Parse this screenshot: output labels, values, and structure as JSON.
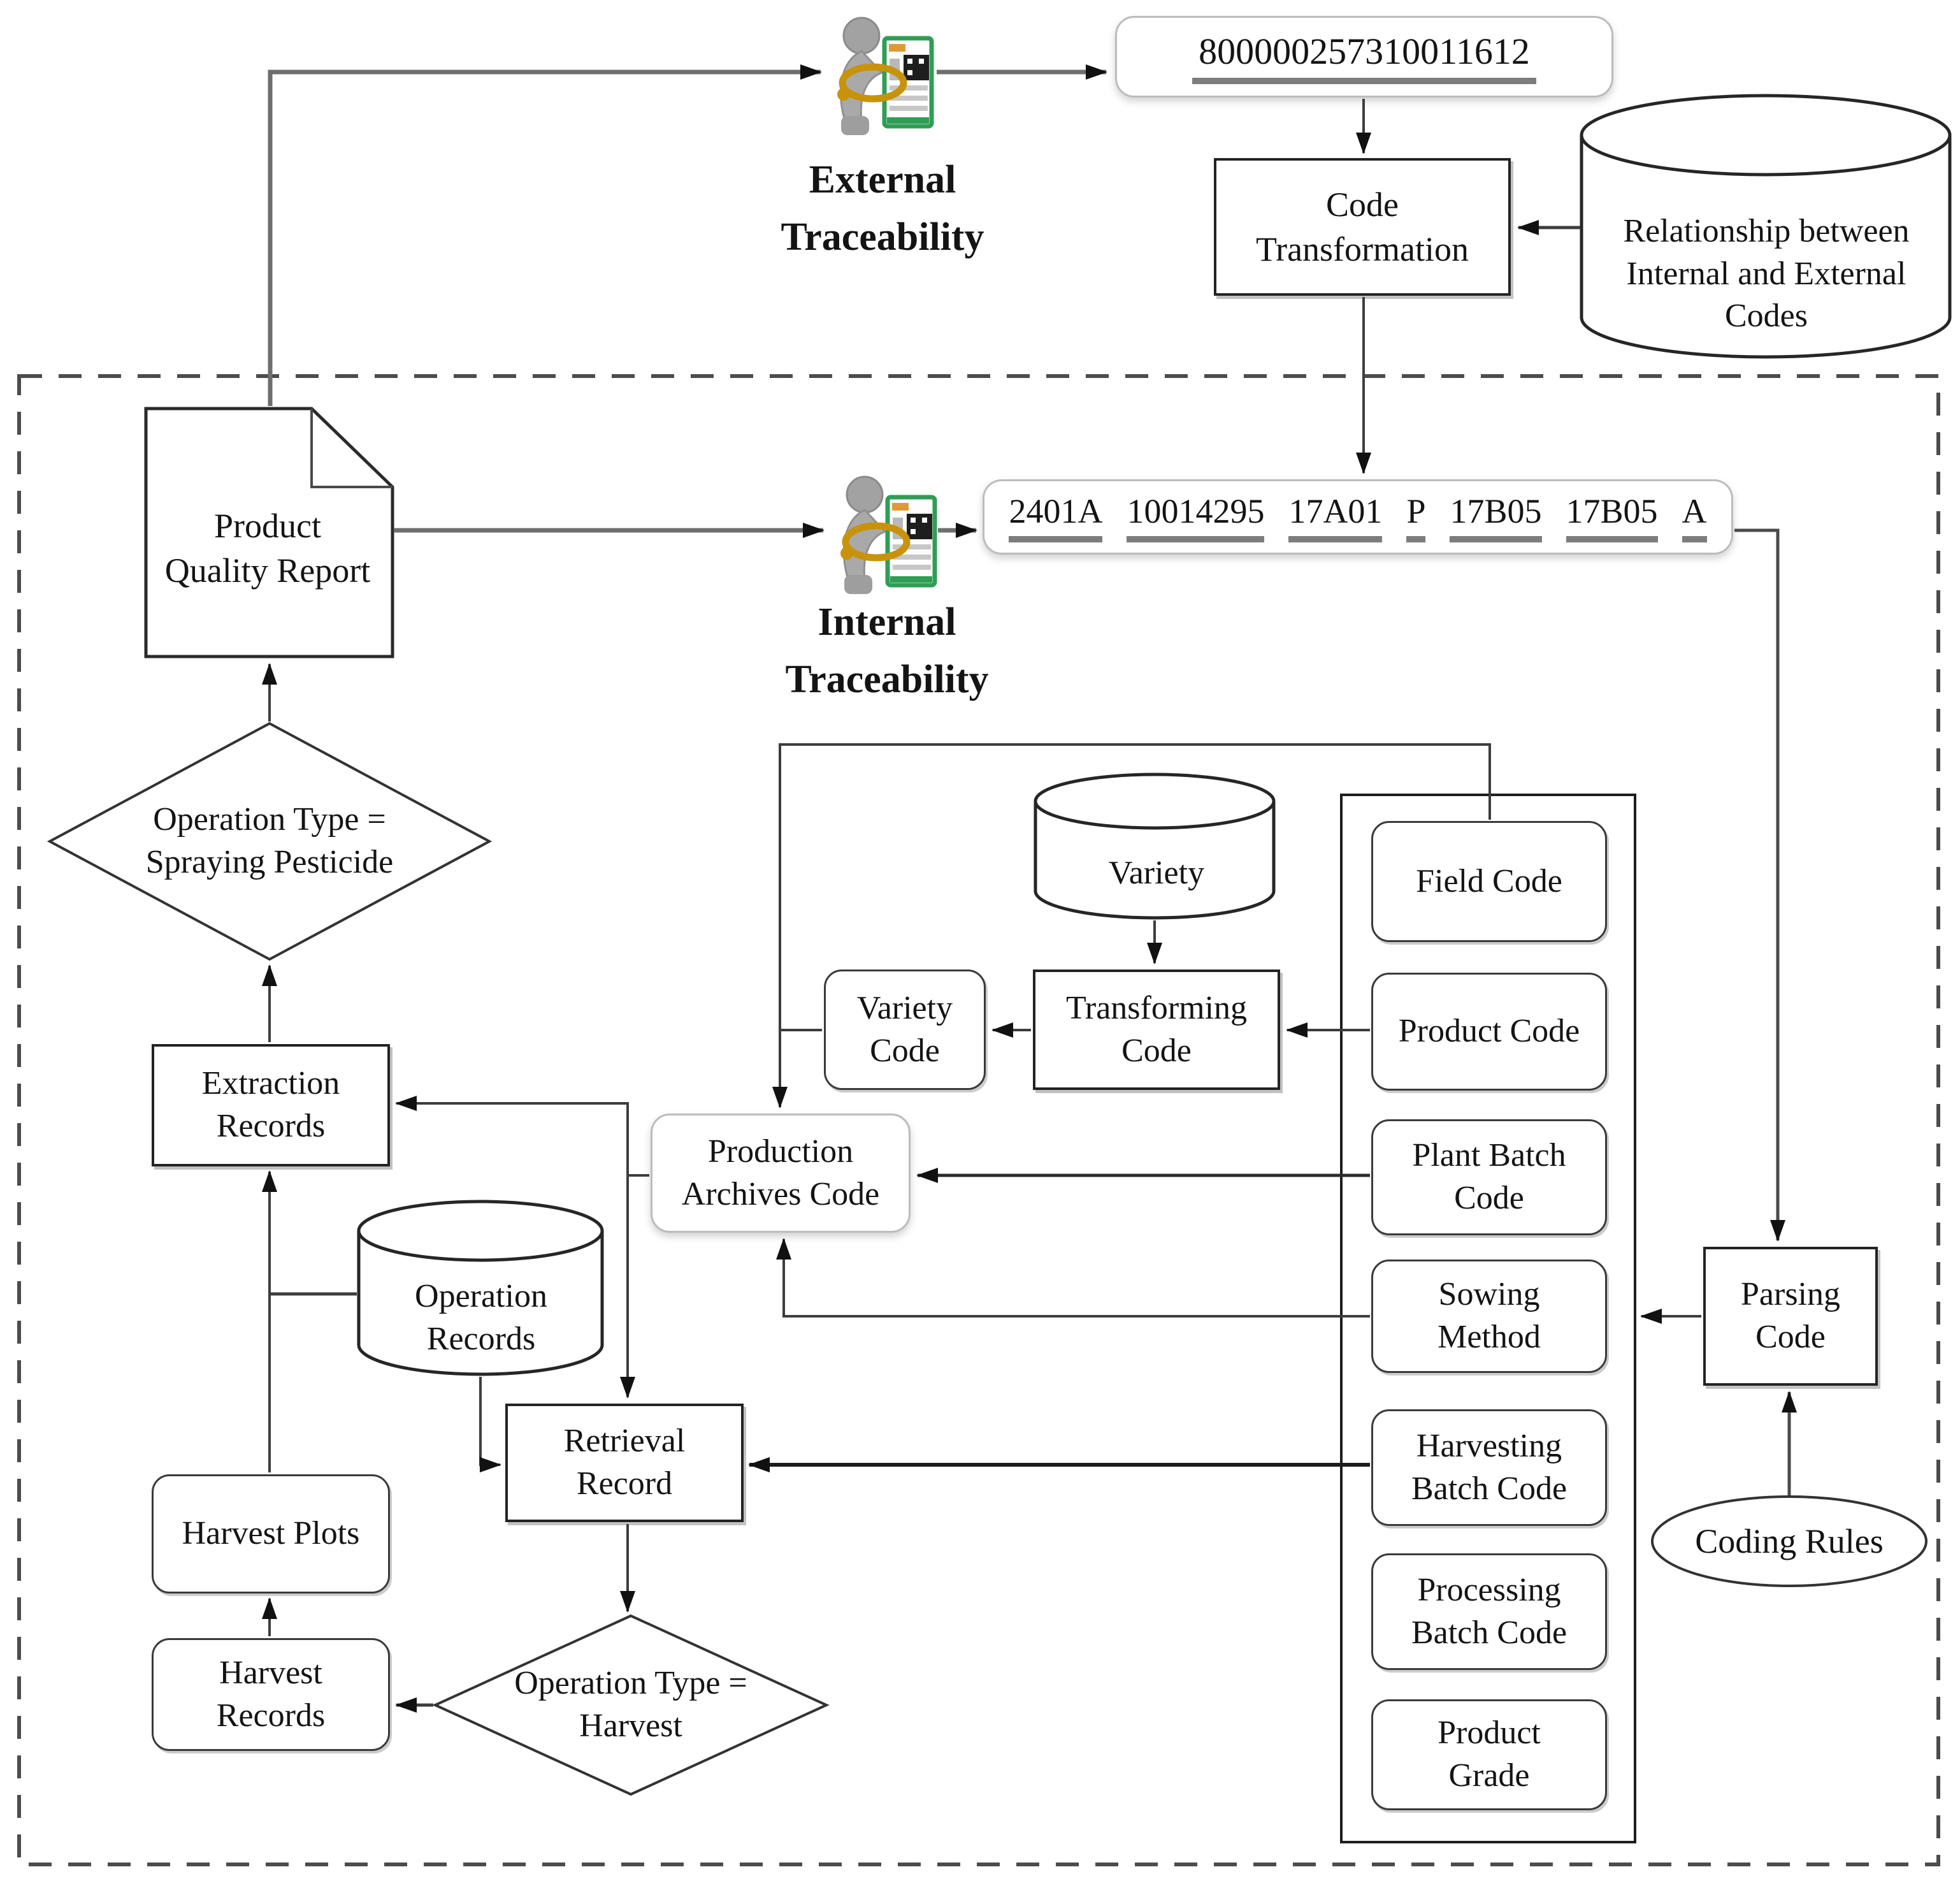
{
  "external": {
    "icon": "person-scanning-qr",
    "label_line1": "External",
    "label_line2": "Traceability",
    "code": "800000257310011612"
  },
  "internal": {
    "icon": "person-scanning-qr",
    "label_line1": "Internal",
    "label_line2": "Traceability",
    "code_segments": [
      "2401A",
      "10014295",
      "17A01",
      "P",
      "17B05",
      "17B05",
      "A"
    ]
  },
  "code_transformation": {
    "line1": "Code",
    "line2": "Transformation"
  },
  "relationship_db": {
    "line1": "Relationship between",
    "line2": "Internal and External",
    "line3": "Codes"
  },
  "product_quality_report": {
    "line1": "Product",
    "line2": "Quality Report"
  },
  "decision_spraying": {
    "line1": "Operation Type =",
    "line2": "Spraying Pesticide"
  },
  "extraction_records": {
    "line1": "Extraction",
    "line2": "Records"
  },
  "operation_records": {
    "line1": "Operation",
    "line2": "Records"
  },
  "harvest_plots": {
    "line1": "Harvest Plots"
  },
  "harvest_records": {
    "line1": "Harvest",
    "line2": "Records"
  },
  "decision_harvest": {
    "line1": "Operation Type =",
    "line2": "Harvest"
  },
  "retrieval_record": {
    "line1": "Retrieval",
    "line2": "Record"
  },
  "production_archives_code": {
    "line1": "Production",
    "line2": "Archives Code"
  },
  "variety_db": {
    "line1": "Variety"
  },
  "variety_code": {
    "line1": "Variety",
    "line2": "Code"
  },
  "transforming_code": {
    "line1": "Transforming",
    "line2": "Code"
  },
  "parsing_code": {
    "line1": "Parsing",
    "line2": "Code"
  },
  "coding_rules": {
    "line1": "Coding Rules"
  },
  "code_components": {
    "field_code": {
      "line1": "Field Code"
    },
    "product_code": {
      "line1": "Product Code"
    },
    "plant_batch_code": {
      "line1": "Plant Batch",
      "line2": "Code"
    },
    "sowing_method": {
      "line1": "Sowing",
      "line2": "Method"
    },
    "harvesting_batch_code": {
      "line1": "Harvesting",
      "line2": "Batch Code"
    },
    "processing_batch_code": {
      "line1": "Processing",
      "line2": "Batch Code"
    },
    "product_grade": {
      "line1": "Product",
      "line2": "Grade"
    }
  },
  "colors": {
    "line": "#3d3d3d",
    "thick_line": "#6e6e6e",
    "arrow": "#111111",
    "border_light": "#bcbcbc",
    "qr_card_green": "#2f9e55",
    "magnifier_gold": "#c8930b",
    "person_gray": "#9b9b9b",
    "underline_gray": "#7d7d7d"
  }
}
